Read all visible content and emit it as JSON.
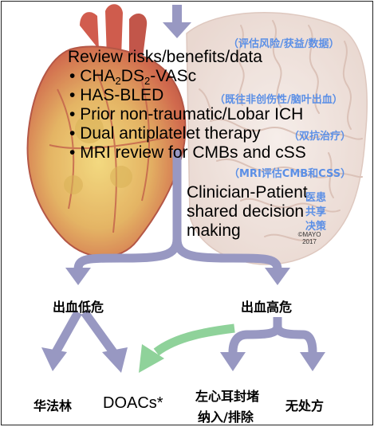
{
  "review": {
    "title": "Review risks/benefits/data",
    "title_cn": "（评估风险/获益/数据）",
    "items": [
      {
        "bullet": "•",
        "pre": "CHA",
        "sub1": "2",
        "mid": "DS",
        "sub2": "2",
        "post": "-VASc",
        "cn": ""
      },
      {
        "bullet": "•",
        "text": "HAS-BLED",
        "cn": "（既往非创伤性/脑叶出血）"
      },
      {
        "bullet": "•",
        "text": "Prior non-traumatic/Lobar ICH",
        "cn": ""
      },
      {
        "bullet": "•",
        "text": "Dual antiplatelet therapy",
        "cn": "（双抗治疗）"
      },
      {
        "bullet": "•",
        "text": "MRI review for CMBs and cSS",
        "cn": "（MRI评估CMB和CSS）"
      }
    ]
  },
  "decision": {
    "lines": [
      "Clinician-Patient",
      "shared decision",
      "making"
    ],
    "cn_lines": [
      "医患",
      "共享",
      "决策"
    ]
  },
  "copyright": {
    "line1": "©MAYO",
    "line2": "2017"
  },
  "branches": {
    "low_risk": "出血低危",
    "high_risk": "出血高危"
  },
  "outcomes": {
    "warfarin": "华法林",
    "doacs": "DOACs*",
    "laa_line1": "左心耳封堵",
    "laa_line2": "纳入/排除",
    "no_rx": "无处方"
  },
  "colors": {
    "arrow": "#9898c2",
    "green_arrow": "#8fd29a",
    "cn_text": "#5b8fe6",
    "heart_red": "#c9442e",
    "heart_yellow": "#e6c24a",
    "brain": "#e8d7cf"
  },
  "icons": [
    "heart-illustration",
    "brain-illustration"
  ]
}
